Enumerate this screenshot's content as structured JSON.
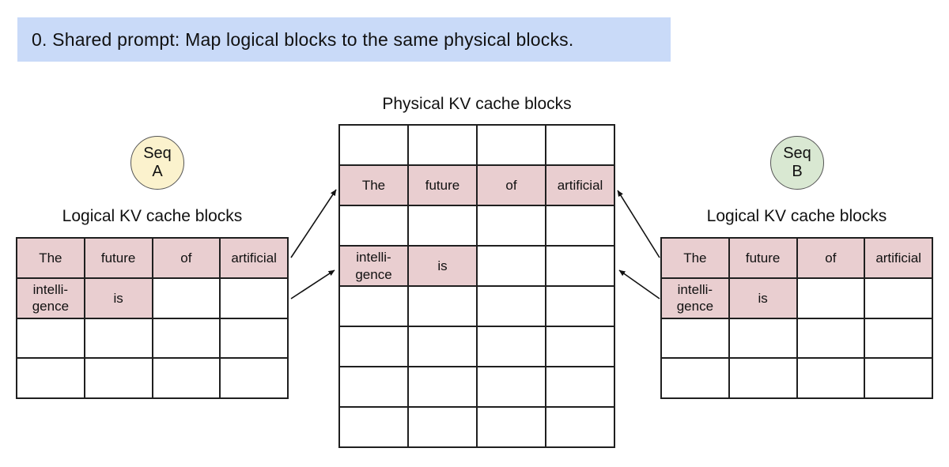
{
  "banner": {
    "text": "0. Shared prompt: Map logical blocks to the same physical blocks."
  },
  "colors": {
    "banner_bg": "#c9daf8",
    "highlight_pink": "#e9ced0",
    "seq_a_bg": "#fbf2cd",
    "seq_b_bg": "#d9e8d2",
    "table_border": "#1f1f1f"
  },
  "physical": {
    "title": "Physical KV cache blocks",
    "rows": [
      [
        {
          "t": "",
          "h": false
        },
        {
          "t": "",
          "h": false
        },
        {
          "t": "",
          "h": false
        },
        {
          "t": "",
          "h": false
        }
      ],
      [
        {
          "t": "The",
          "h": true
        },
        {
          "t": "future",
          "h": true
        },
        {
          "t": "of",
          "h": true
        },
        {
          "t": "artificial",
          "h": true
        }
      ],
      [
        {
          "t": "",
          "h": false
        },
        {
          "t": "",
          "h": false
        },
        {
          "t": "",
          "h": false
        },
        {
          "t": "",
          "h": false
        }
      ],
      [
        {
          "t": "intelli-\ngence",
          "h": true
        },
        {
          "t": "is",
          "h": true
        },
        {
          "t": "",
          "h": false
        },
        {
          "t": "",
          "h": false
        }
      ],
      [
        {
          "t": "",
          "h": false
        },
        {
          "t": "",
          "h": false
        },
        {
          "t": "",
          "h": false
        },
        {
          "t": "",
          "h": false
        }
      ],
      [
        {
          "t": "",
          "h": false
        },
        {
          "t": "",
          "h": false
        },
        {
          "t": "",
          "h": false
        },
        {
          "t": "",
          "h": false
        }
      ],
      [
        {
          "t": "",
          "h": false
        },
        {
          "t": "",
          "h": false
        },
        {
          "t": "",
          "h": false
        },
        {
          "t": "",
          "h": false
        }
      ],
      [
        {
          "t": "",
          "h": false
        },
        {
          "t": "",
          "h": false
        },
        {
          "t": "",
          "h": false
        },
        {
          "t": "",
          "h": false
        }
      ]
    ]
  },
  "seq_a": {
    "circle_line1": "Seq",
    "circle_line2": "A",
    "table_title": "Logical KV cache blocks",
    "rows": [
      [
        {
          "t": "The",
          "h": true
        },
        {
          "t": "future",
          "h": true
        },
        {
          "t": "of",
          "h": true
        },
        {
          "t": "artificial",
          "h": true
        }
      ],
      [
        {
          "t": "intelli-\ngence",
          "h": true
        },
        {
          "t": "is",
          "h": true
        },
        {
          "t": "",
          "h": false
        },
        {
          "t": "",
          "h": false
        }
      ],
      [
        {
          "t": "",
          "h": false
        },
        {
          "t": "",
          "h": false
        },
        {
          "t": "",
          "h": false
        },
        {
          "t": "",
          "h": false
        }
      ],
      [
        {
          "t": "",
          "h": false
        },
        {
          "t": "",
          "h": false
        },
        {
          "t": "",
          "h": false
        },
        {
          "t": "",
          "h": false
        }
      ]
    ]
  },
  "seq_b": {
    "circle_line1": "Seq",
    "circle_line2": "B",
    "table_title": "Logical KV cache blocks",
    "rows": [
      [
        {
          "t": "The",
          "h": true
        },
        {
          "t": "future",
          "h": true
        },
        {
          "t": "of",
          "h": true
        },
        {
          "t": "artificial",
          "h": true
        }
      ],
      [
        {
          "t": "intelli-\ngence",
          "h": true
        },
        {
          "t": "is",
          "h": true
        },
        {
          "t": "",
          "h": false
        },
        {
          "t": "",
          "h": false
        }
      ],
      [
        {
          "t": "",
          "h": false
        },
        {
          "t": "",
          "h": false
        },
        {
          "t": "",
          "h": false
        },
        {
          "t": "",
          "h": false
        }
      ],
      [
        {
          "t": "",
          "h": false
        },
        {
          "t": "",
          "h": false
        },
        {
          "t": "",
          "h": false
        },
        {
          "t": "",
          "h": false
        }
      ]
    ]
  }
}
